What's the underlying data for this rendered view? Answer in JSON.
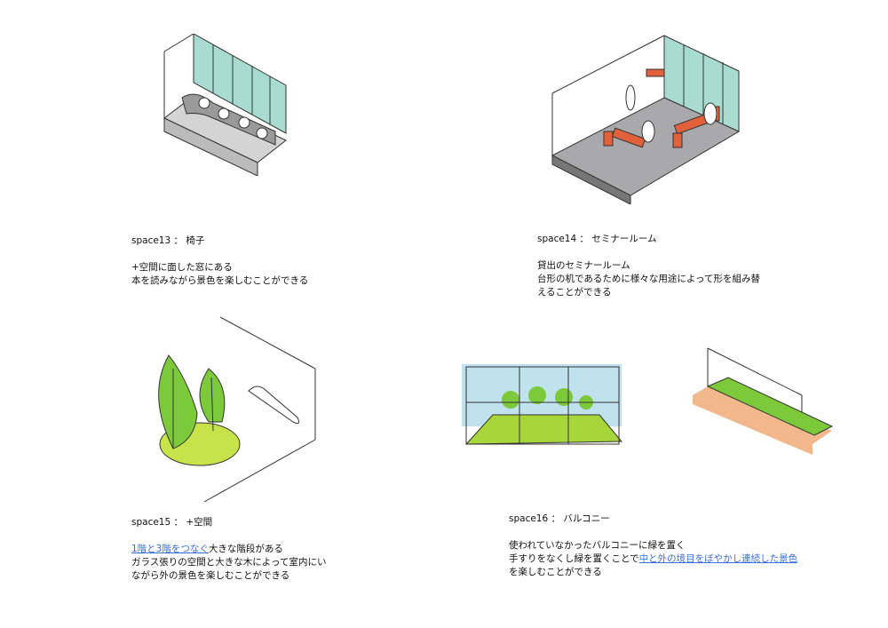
{
  "sections": [
    {
      "title": "space13 ： 椅子",
      "lines": [
        [
          {
            "text": "+空間に面した窓にある"
          }
        ],
        [
          {
            "text": "本を読みながら景色を楽しむことができる"
          }
        ]
      ]
    },
    {
      "title": "space14 ： セミナールーム",
      "lines": [
        [
          {
            "text": "貸出のセミナールーム"
          }
        ],
        [
          {
            "text": "台形の机であるために様々な用途によって形を組み替"
          }
        ],
        [
          {
            "text": "えることができる"
          }
        ]
      ]
    },
    {
      "title": "space15 ： +空間",
      "lines": [
        [
          {
            "text": "1階と3階をつなぐ",
            "link": true
          },
          {
            "text": "大きな階段がある"
          }
        ],
        [
          {
            "text": "ガラス張りの空間と大きな木によって室内にい"
          }
        ],
        [
          {
            "text": "ながら外の景色を楽しむことができる"
          }
        ]
      ]
    },
    {
      "title": "space16 ： バルコニー",
      "lines": [
        [
          {
            "text": "使われていなかったバルコニーに緑を置く"
          }
        ],
        [
          {
            "text": "手すりをなくし緑を置くことで"
          },
          {
            "text": "中と外の境目をぼやかし連続した景色",
            "link": true
          }
        ],
        [
          {
            "text": "を楽しむことができる"
          }
        ]
      ]
    }
  ],
  "colors": {
    "link": "#3a6fd8",
    "glass": "#a8dcd0",
    "chair": "#e0613a",
    "green": "#7cc93a",
    "floor": "#a9a9ab"
  }
}
